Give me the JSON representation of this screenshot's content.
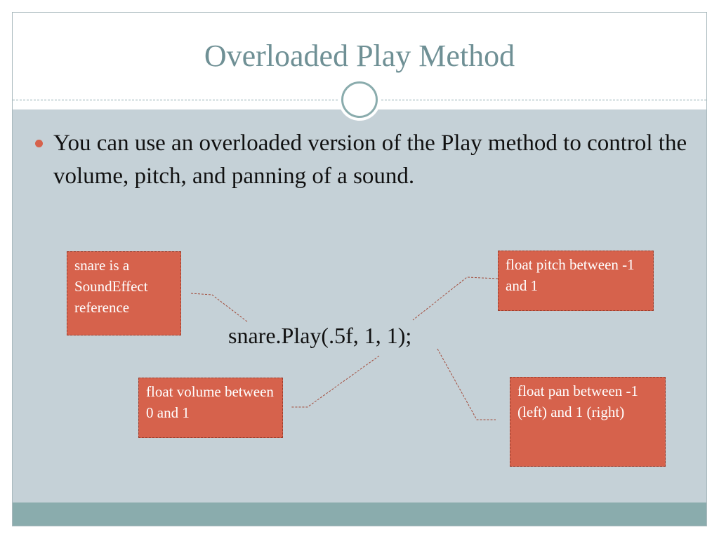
{
  "slide": {
    "title": "Overloaded Play Method",
    "bullets": [
      "You can use an overloaded version of the Play method to control the volume, pitch, and panning of a sound."
    ],
    "code": "snare.Play(.5f, 1, 1);",
    "callouts": {
      "snare_reference": "snare is a SoundEffect reference",
      "pitch": "float pitch between -1 and 1",
      "volume": "float volume between 0 and 1",
      "pan": "float pan between -1 (left) and 1 (right)"
    }
  },
  "colors": {
    "title_text": "#6f9095",
    "body_background": "#c5d1d7",
    "footer_bar": "#8aacad",
    "callout_fill": "#d6624c",
    "bullet": "#d6624c"
  }
}
